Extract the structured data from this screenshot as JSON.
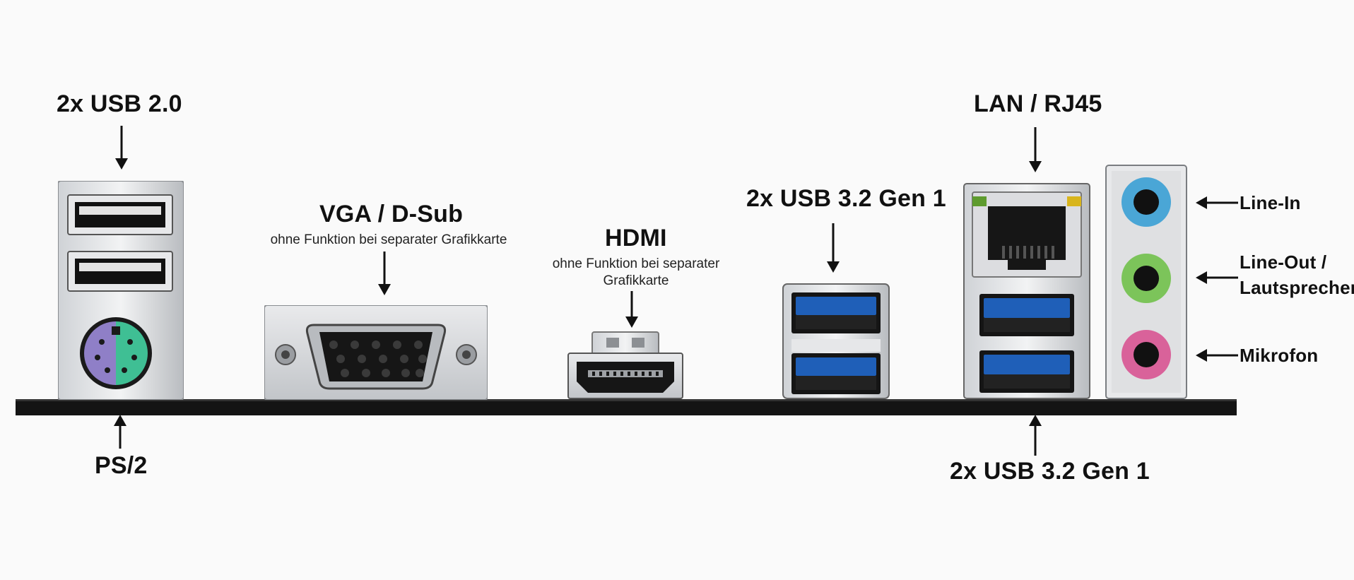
{
  "labels": {
    "usb20": "2x USB 2.0",
    "ps2": "PS/2",
    "vga_title": "VGA / D-Sub",
    "vga_sub": "ohne Funktion bei separater Grafikkarte",
    "hdmi_title": "HDMI",
    "hdmi_sub_line1": "ohne Funktion bei separater",
    "hdmi_sub_line2": "Grafikkarte",
    "usb32_top": "2x USB 3.2 Gen 1",
    "lan": "LAN / RJ45",
    "usb32_bottom": "2x USB 3.2 Gen 1",
    "line_in": "Line-In",
    "line_out_1": "Line-Out /",
    "line_out_2": "Lautsprecher",
    "mic": "Mikrofon"
  },
  "colors": {
    "usb3_blue": "#1f5fb8",
    "audio_line_in": "#4aa6d6",
    "audio_line_out": "#7cc45a",
    "audio_mic": "#d9629a",
    "ps2_keyboard": "#8f7fc7",
    "ps2_mouse": "#3fbf94",
    "led_green": "#5e9b2e",
    "led_yellow": "#d8b51c"
  },
  "icons": [
    "usb-port-icon",
    "ps2-port-icon",
    "vga-port-icon",
    "hdmi-port-icon",
    "rj45-port-icon",
    "audio-jack-icon"
  ]
}
